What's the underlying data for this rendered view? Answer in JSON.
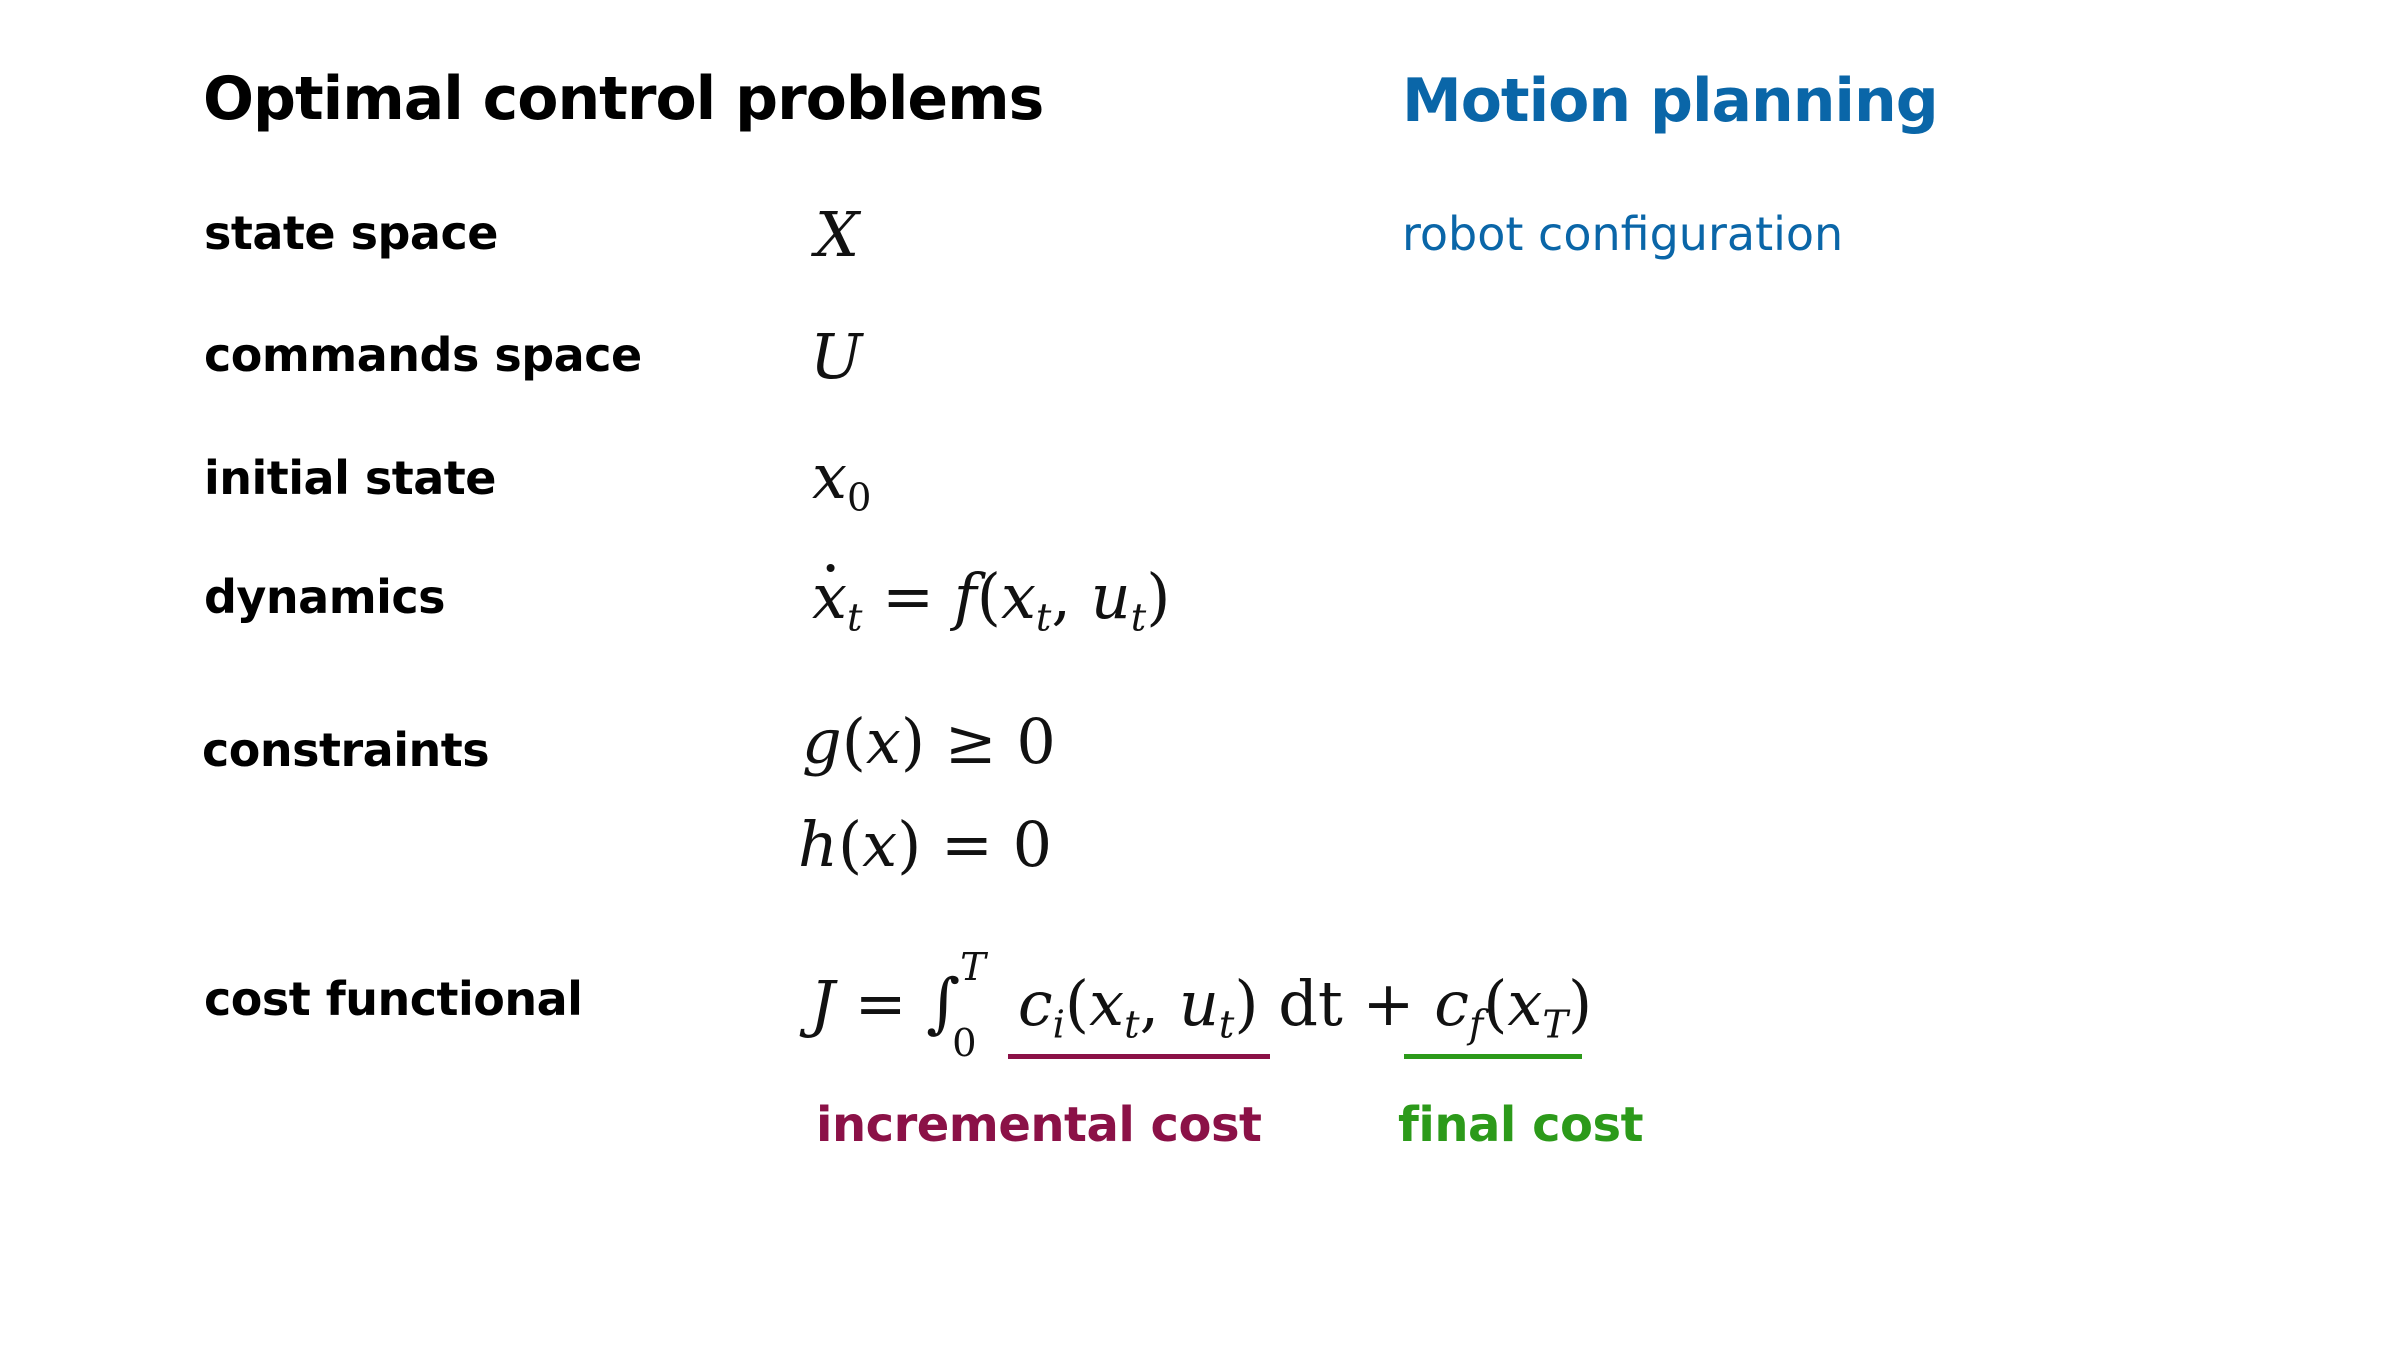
{
  "left_heading": "Optimal control problems",
  "right_heading": "Motion planning",
  "rows": {
    "state_space": {
      "label": "state space",
      "note": "robot configuration"
    },
    "commands_space": {
      "label": "commands space"
    },
    "initial_state": {
      "label": "initial state"
    },
    "dynamics": {
      "label": "dynamics"
    },
    "constraints": {
      "label": "constraints"
    },
    "cost_functional": {
      "label": "cost functional"
    }
  },
  "cost_annotations": {
    "incremental": "incremental cost",
    "final": "final cost"
  },
  "colors": {
    "heading_blue": "#0a66a8",
    "incremental_cost": "#8b1147",
    "final_cost": "#2c9a1a"
  }
}
